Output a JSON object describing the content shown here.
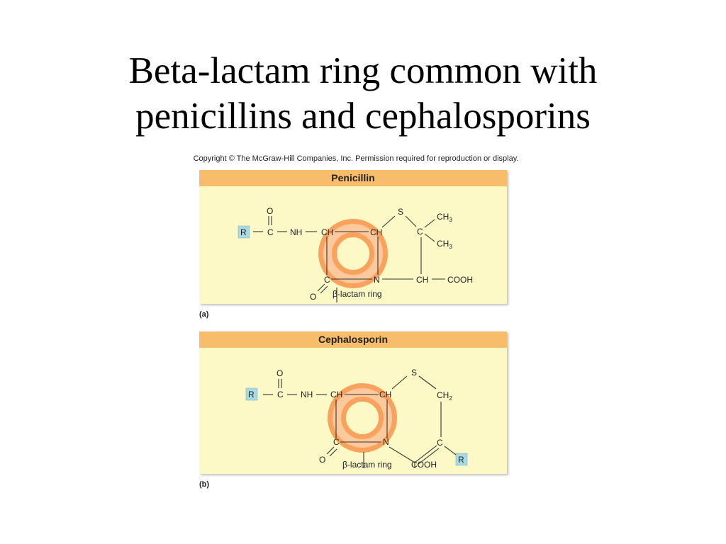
{
  "slide": {
    "title_line1": "Beta-lactam ring common with",
    "title_line2": "penicillins and cephalosporins",
    "copyright": "Copyright © The McGraw-Hill Companies, Inc. Permission required for reproduction or display."
  },
  "panel_a": {
    "header": "Penicillin",
    "fig_label": "(a)",
    "ring_label": "β-lactam ring",
    "atoms": {
      "R": "R",
      "O_top": "O",
      "C_carbonyl": "C",
      "NH": "NH",
      "CH_left": "CH",
      "CH_right": "CH",
      "S": "S",
      "C_quat": "C",
      "CH3_a": "CH",
      "CH3_b": "CH",
      "sub3": "3",
      "C_ring": "C",
      "N": "N",
      "O_ring": "O",
      "CH_bottom": "CH",
      "COOH": "COOH"
    }
  },
  "panel_b": {
    "header": "Cephalosporin",
    "fig_label": "(b)",
    "ring_label": "β-lactam ring",
    "atoms": {
      "R": "R",
      "O_top": "O",
      "C_carbonyl": "C",
      "NH": "NH",
      "CH_left": "CH",
      "CH_right": "CH",
      "S": "S",
      "CH2": "CH",
      "sub2": "2",
      "C_ring": "C",
      "N": "N",
      "O_ring": "O",
      "C_right": "C",
      "R2": "R",
      "COOH": "COOH"
    }
  }
}
